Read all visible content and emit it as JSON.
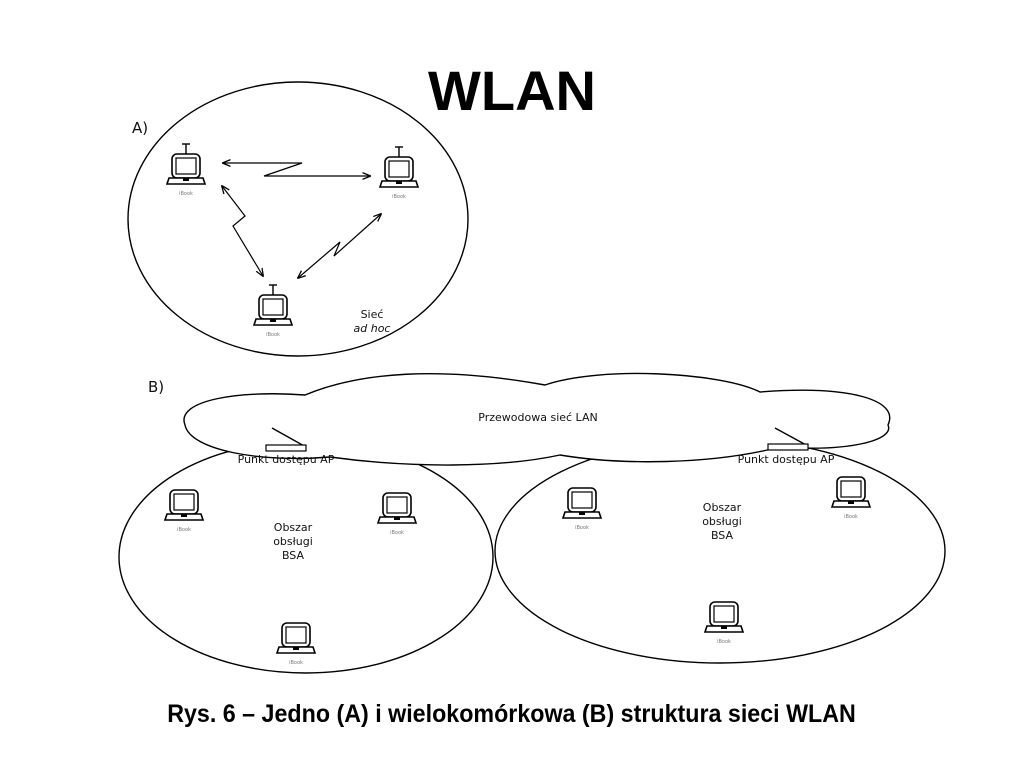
{
  "title": "WLAN",
  "caption": "Rys. 6 – Jedno (A) i wielokomórkowa (B) struktura sieci WLAN",
  "diagram": {
    "section_a": {
      "label": "A)",
      "network_label_line1": "Sieć",
      "network_label_line2": "ad hoc",
      "device_label": "iBook"
    },
    "section_b": {
      "label": "B)",
      "wired_lan_label": "Przewodowa sieć LAN",
      "ap_left_label": "Punkt dostępu AP",
      "ap_right_label": "Punkt dostępu AP",
      "bsa_left": {
        "line1": "Obszar",
        "line2": "obsługi",
        "line3": "BSA"
      },
      "bsa_right": {
        "line1": "Obszar",
        "line2": "obsługi",
        "line3": "BSA"
      },
      "device_label": "iBook"
    }
  }
}
